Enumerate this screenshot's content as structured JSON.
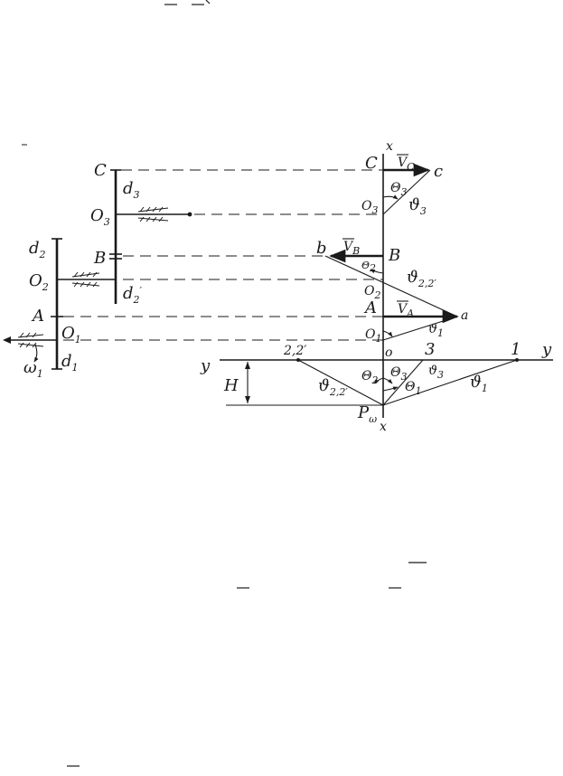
{
  "left_scheme": {
    "point_c": "C",
    "d3": "d",
    "d3_sub": "3",
    "o3": "O",
    "o3_sub": "3",
    "d2": "d",
    "d2_sub": "2",
    "point_b": "B",
    "o2": "O",
    "o2_sub": "2",
    "d2p": "d",
    "d2p_sub": "2",
    "d2p_prime": "′",
    "point_a": "A",
    "o1": "O",
    "o1_sub": "1",
    "omega1": "ω",
    "omega1_sub": "1",
    "d1": "d",
    "d1_sub": "1"
  },
  "velocity_plan": {
    "axis_x_top": "x",
    "axis_x_bottom": "x",
    "c_axis": "C",
    "vc": "V",
    "vc_sub": "C",
    "c_tip": "c",
    "theta3": "Θ",
    "theta3_sub": "3",
    "o3": "O",
    "o3_sub": "3",
    "v3": "ϑ",
    "v3_sub": "3",
    "b_tip": "b",
    "vb": "V",
    "vb_sub": "B",
    "b_axis": "B",
    "theta2": "Θ",
    "theta2_sub": "2",
    "v22": "ϑ",
    "v22_sub": "2,2′",
    "o2": "O",
    "o2_sub": "2",
    "a_axis": "A",
    "va": "V",
    "va_sub": "A",
    "a_tip": "a",
    "o1": "O",
    "o1_sub": "1",
    "v1": "ϑ",
    "v1_sub": "1"
  },
  "rays_plan": {
    "y_left": "y",
    "y_right": "y",
    "origin": "o",
    "pt_22": "2,2′",
    "pt_3": "3",
    "pt_1": "1",
    "h": "H",
    "theta2": "Θ",
    "theta2_sub": "2",
    "theta3": "Θ",
    "theta3_sub": "3",
    "theta1": "Θ",
    "theta1_sub": "1",
    "v3": "ϑ",
    "v3_sub": "3",
    "v22": "ϑ",
    "v22_sub": "2,2′",
    "v1": "ϑ",
    "v1_sub": "1",
    "pole": "P",
    "pole_sub": "ω"
  }
}
